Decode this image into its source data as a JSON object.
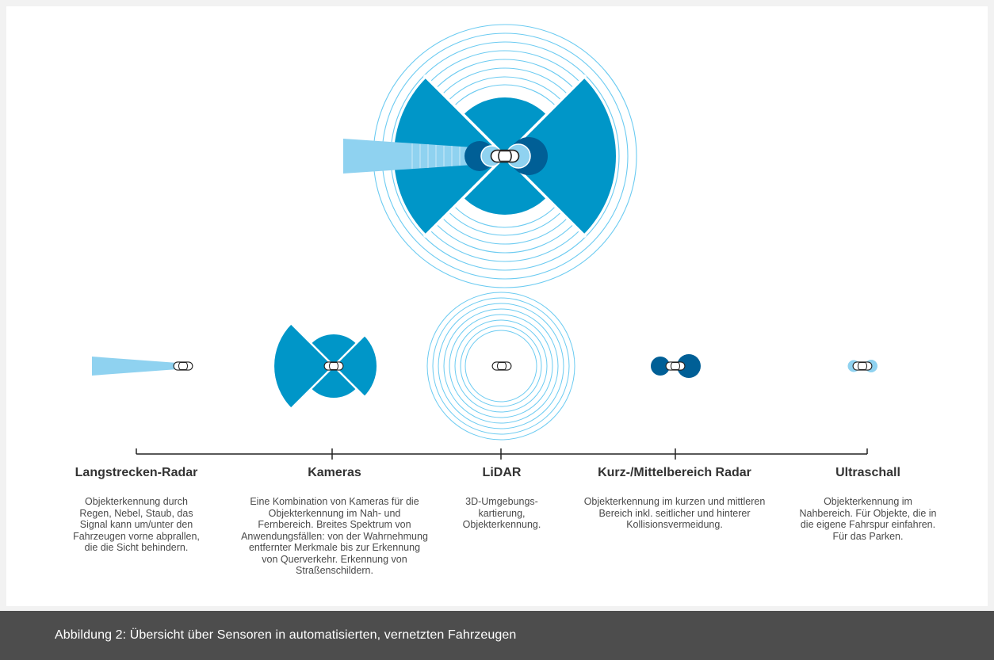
{
  "colors": {
    "mid_blue": "#0096c8",
    "dark_blue": "#005f96",
    "light_blue": "#8fd2f0",
    "ring_blue": "#6ccbf1",
    "caption_bg": "#4d4d4d",
    "page_bg": "#f2f2f2"
  },
  "sensors": [
    {
      "title": "Langstrecken-Radar",
      "description": "Objekterkennung durch Regen, Nebel, Staub, das Signal kann um/unter den Fahrzeugen vorne abprallen, die die Sicht behindern."
    },
    {
      "title": "Kameras",
      "description": "Eine Kombination von Kameras für die Objekterkennung im Nah- und Fernbereich. Breites Spektrum von Anwendungsfällen: von der Wahrnehmung entfernter Merkmale bis zur Erkennung von Querverkehr. Erkennung von Straßenschildern."
    },
    {
      "title": "LiDAR",
      "description": "3D-Umgebungs-kartierung, Objekterkennung."
    },
    {
      "title": "Kurz-/Mittelbereich Radar",
      "description": "Objekterkennung im kurzen und mittleren Bereich inkl. seitlicher und hinterer Kollisionsvermeidung."
    },
    {
      "title": "Ultraschall",
      "description": "Objekterkennung im Nahbereich. Für Objekte, die in die eigene Fahrspur einfahren. Für das Parken."
    }
  ],
  "caption": "Abbildung 2: Übersicht über Sensoren in automatisierten, vernetzten Fahrzeugen"
}
